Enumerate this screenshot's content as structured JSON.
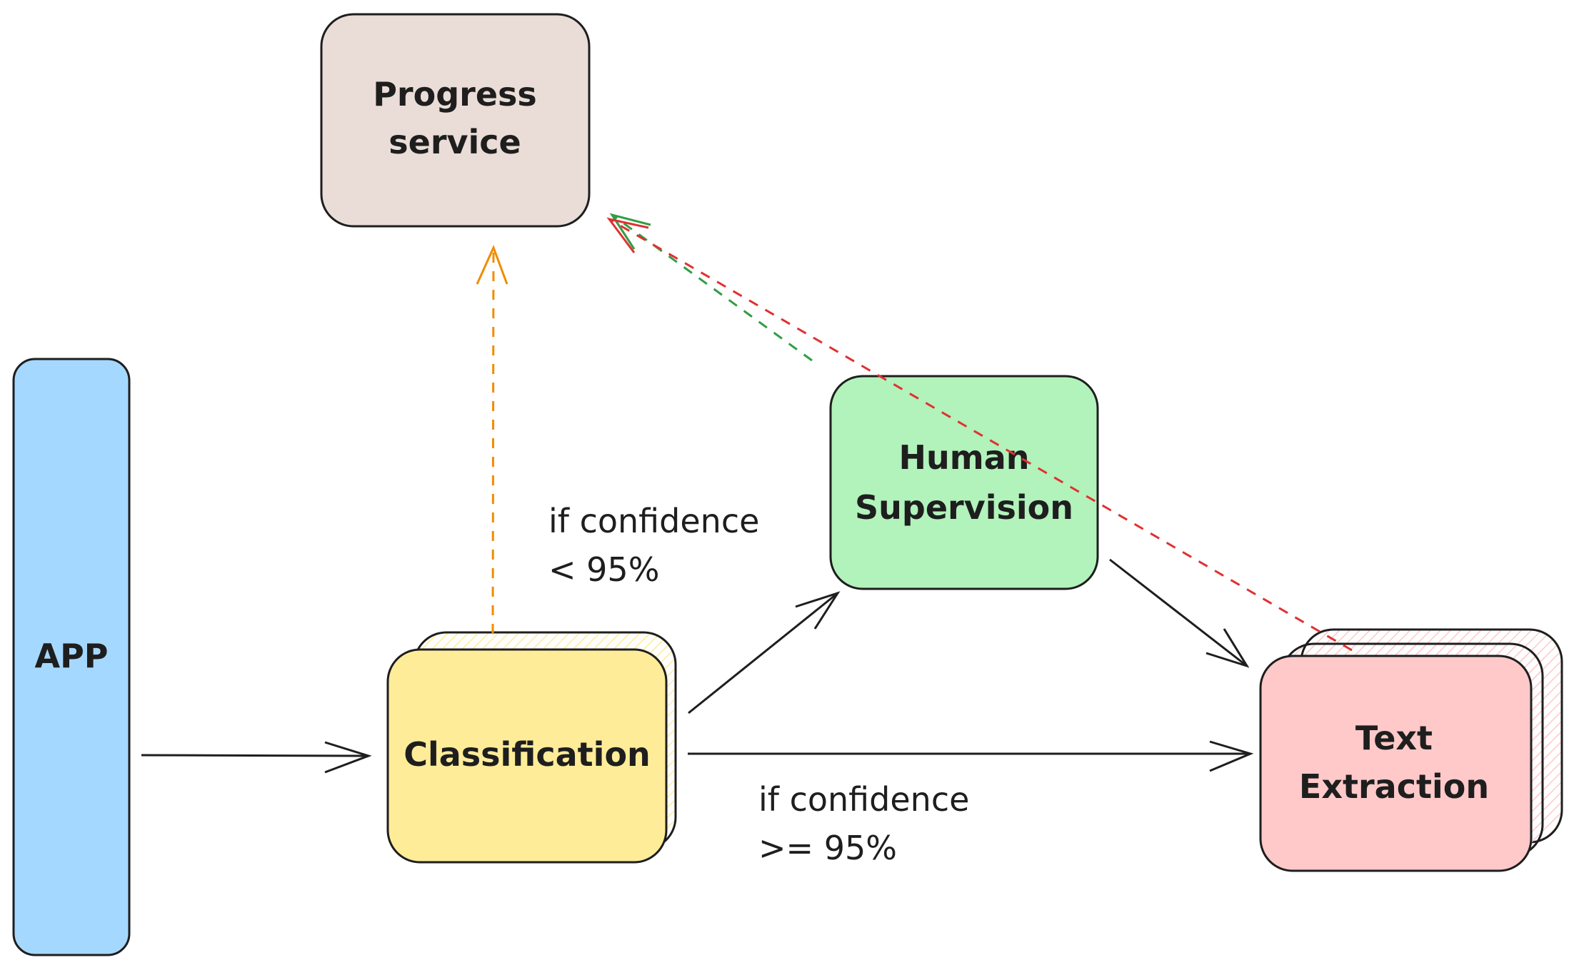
{
  "diagram": {
    "nodes": {
      "app": {
        "label": "APP",
        "color": "#a5d8ff"
      },
      "progress_service": {
        "label_line1": "Progress",
        "label_line2": "service",
        "color": "#eaddd7"
      },
      "classification": {
        "label": "Classification",
        "color": "#ffec99",
        "stacked": true
      },
      "human_supervision": {
        "label_line1": "Human",
        "label_line2": "Supervision",
        "color": "#b2f2bb"
      },
      "text_extraction": {
        "label_line1": "Text",
        "label_line2": "Extraction",
        "color": "#ffc9c9",
        "stacked": true
      }
    },
    "edges": [
      {
        "id": "app-to-classification",
        "from": "APP",
        "to": "Classification",
        "style": "solid",
        "color": "#1e1e1e"
      },
      {
        "id": "classification-to-human",
        "from": "Classification",
        "to": "Human Supervision",
        "style": "solid",
        "color": "#1e1e1e"
      },
      {
        "id": "classification-to-extraction",
        "from": "Classification",
        "to": "Text Extraction",
        "style": "solid",
        "color": "#1e1e1e"
      },
      {
        "id": "human-to-extraction",
        "from": "Human Supervision",
        "to": "Text Extraction",
        "style": "solid",
        "color": "#1e1e1e"
      },
      {
        "id": "classification-to-progress",
        "from": "Classification",
        "to": "Progress service",
        "style": "dashed",
        "color": "#f08c00"
      },
      {
        "id": "human-to-progress",
        "from": "Human Supervision",
        "to": "Progress service",
        "style": "dashed",
        "color": "#2f9e44"
      },
      {
        "id": "extraction-to-progress",
        "from": "Text Extraction",
        "to": "Progress service",
        "style": "dashed",
        "color": "#e03131"
      }
    ],
    "annotations": {
      "low_confidence": {
        "line1": "if confidence",
        "line2": "< 95%"
      },
      "high_confidence": {
        "line1": "if confidence",
        "line2": ">= 95%"
      }
    }
  }
}
